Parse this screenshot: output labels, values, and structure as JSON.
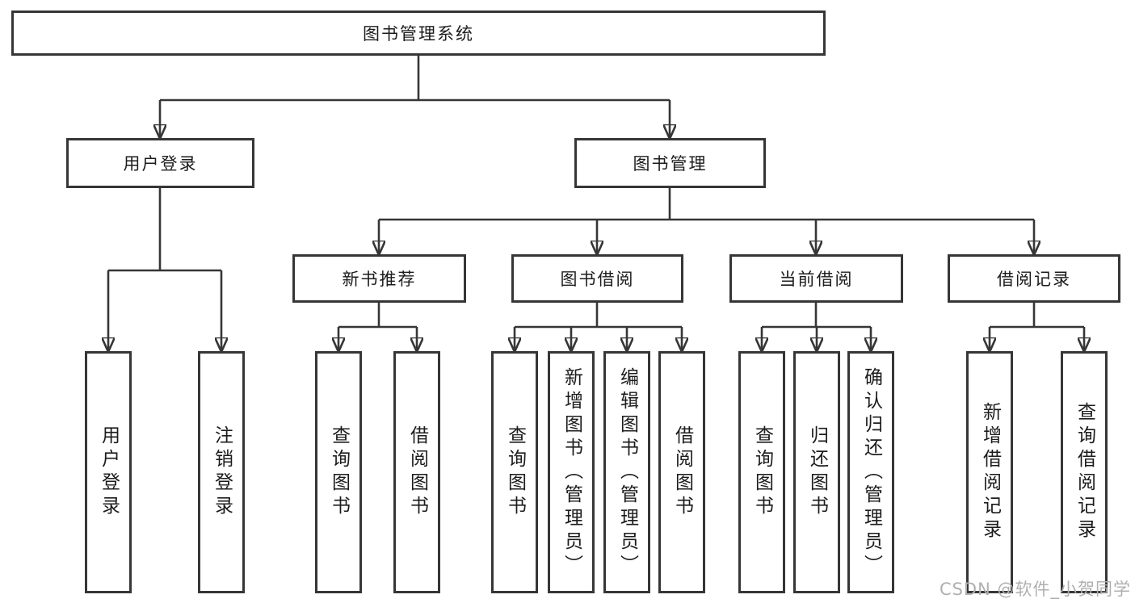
{
  "diagram": {
    "root": "图书管理系统",
    "user_login": {
      "label": "用户登录",
      "children": [
        "用户登录",
        "注销登录"
      ]
    },
    "book_mgmt": {
      "label": "图书管理",
      "sections": [
        {
          "label": "新书推荐",
          "children": [
            "查询图书",
            "借阅图书"
          ]
        },
        {
          "label": "图书借阅",
          "children": [
            "查询图书",
            "新增图书（管理员）",
            "编辑图书（管理员）",
            "借阅图书"
          ]
        },
        {
          "label": "当前借阅",
          "children": [
            "查询图书",
            "归还图书",
            "确认归还（管理员）"
          ]
        },
        {
          "label": "借阅记录",
          "children": [
            "新增借阅记录",
            "查询借阅记录"
          ]
        }
      ]
    }
  },
  "watermark": "CSDN @软件_小贺同学",
  "colors": {
    "line": "#363636",
    "text": "#1c1c1c",
    "watermark": "#b0b0b0",
    "background": "#ffffff"
  }
}
